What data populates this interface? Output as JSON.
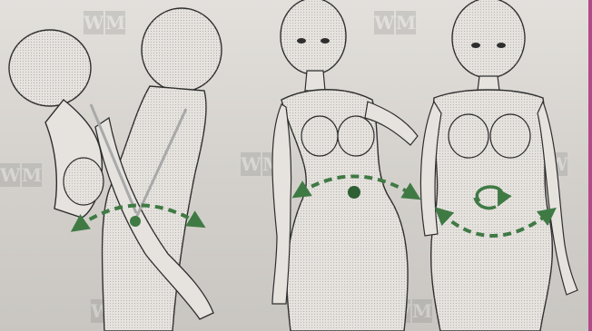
{
  "watermark": {
    "letters": [
      "W",
      "M"
    ],
    "colors": {
      "bg": "#7a7a7a",
      "fg": "#e8e8e8"
    }
  },
  "colors": {
    "arrow": "#3f7a44",
    "guide_line": "#a9a9a9",
    "figure_fill": "#e6e3df",
    "figure_stroke": "#2e2e2e",
    "accent_edge": "#b24a88"
  },
  "panels": [
    {
      "name": "rear-view-twist",
      "arrows": "bidirectional-arc",
      "pivot_dot": true
    },
    {
      "name": "front-view-hip-sway",
      "arrows": "bidirectional-arc",
      "pivot_dot": true
    },
    {
      "name": "front-view-hip-rotation",
      "arrows": "bidirectional-arc",
      "rotation_icon": true
    }
  ]
}
